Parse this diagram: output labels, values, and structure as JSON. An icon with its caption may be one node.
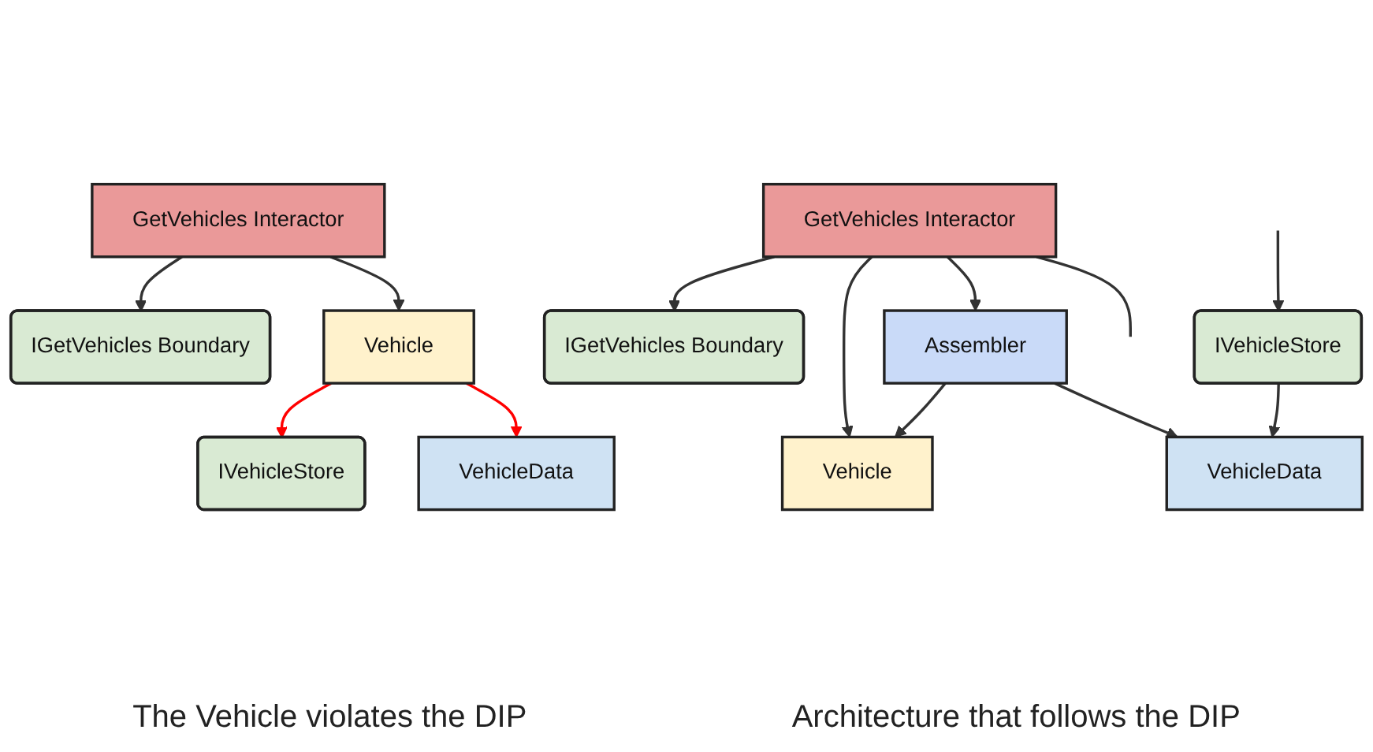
{
  "diagram": {
    "nodes": [
      {
        "text": [
          "IGetVehicles Boundary"
        ]
      },
      {
        "text": [
          "GetVehicles Interactor"
        ]
      },
      {
        "text": [
          "Vehicle"
        ]
      },
      {
        "text": [
          "IVehicleStore"
        ]
      },
      {
        "text": [
          "VehicleData"
        ]
      },
      {
        "text": [
          "IGetVehicles Boundary"
        ]
      },
      {
        "text": [
          "GetVehicles Interactor"
        ]
      },
      {
        "text": [
          "Assembler"
        ]
      },
      {
        "text": [
          "Vehicle"
        ]
      },
      {
        "text": [
          "VehicleData"
        ]
      },
      {
        "text": [
          "IVehicleStore"
        ]
      }
    ],
    "edges": [
      {
        "from": 1,
        "to": 0,
        "arrow": "to"
      },
      {
        "from": 1,
        "to": 2,
        "arrow": "to"
      },
      {
        "from": 2,
        "to": 3,
        "arrow": "to",
        "color": "#ff0000"
      },
      {
        "from": 2,
        "to": 4,
        "arrow": "to",
        "color": "#ff0000"
      },
      {
        "from": 6,
        "to": 5,
        "arrow": "to"
      },
      {
        "from": 6,
        "to": 7,
        "arrow": "to"
      },
      {
        "from": 6,
        "to": 8,
        "arrow": "to"
      },
      {
        "from": 6,
        "to": null,
        "arrow": "none"
      },
      {
        "from": 7,
        "to": 8,
        "arrow": "to"
      },
      {
        "from": 7,
        "to": 9,
        "arrow": "to"
      },
      {
        "from": 10,
        "to": 9,
        "arrow": "to"
      },
      {
        "from": null,
        "to": 10,
        "arrow": "to"
      }
    ],
    "labels": [
      "The Vehicle violates the DIP",
      "Architecture that follows the DIP"
    ]
  }
}
